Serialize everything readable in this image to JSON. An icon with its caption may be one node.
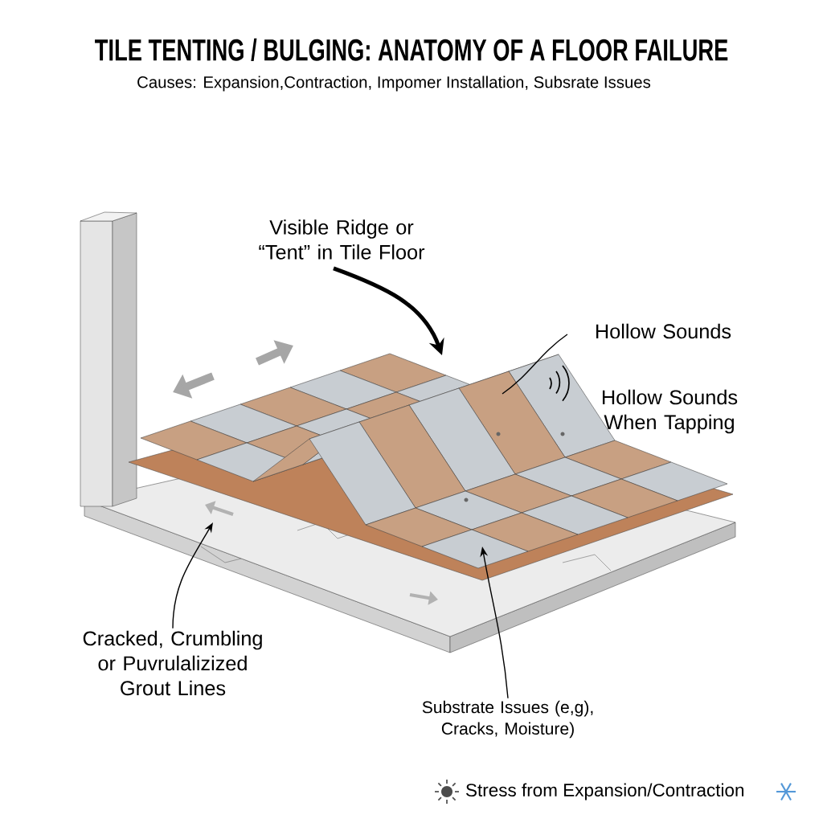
{
  "diagram": {
    "title": "TILE TENTING / BULGING: ANATOMY OF A FLOOR FAILURE",
    "caption": "Causes: Expansion,Contraction, Impomer Installation, Subsrate Issues",
    "nodes": [
      {
        "text": [
          "Visible Ridge or “Tent” in Tile Floor"
        ]
      },
      {
        "text": [
          "Hollow Sounds"
        ]
      },
      {
        "text": [
          "Cracked, Crumbling or Puvrulalizized Grout Lines"
        ]
      },
      {
        "text": [
          "Substrate Issues (e,g), Cracks, Moisture)"
        ]
      }
    ],
    "edges": [
      {
        "from": 0,
        "to": null,
        "arrow": "to",
        "style": "thick"
      },
      {
        "from": 1,
        "to": null,
        "arrow": "none"
      },
      {
        "from": 2,
        "to": null,
        "arrow": "to"
      },
      {
        "from": 3,
        "to": null,
        "arrow": "to"
      }
    ],
    "labels": [
      "Hollow Sounds When Tapping"
    ],
    "legend": [
      {
        "text": "Stress from Expansion/Contraction"
      }
    ]
  }
}
